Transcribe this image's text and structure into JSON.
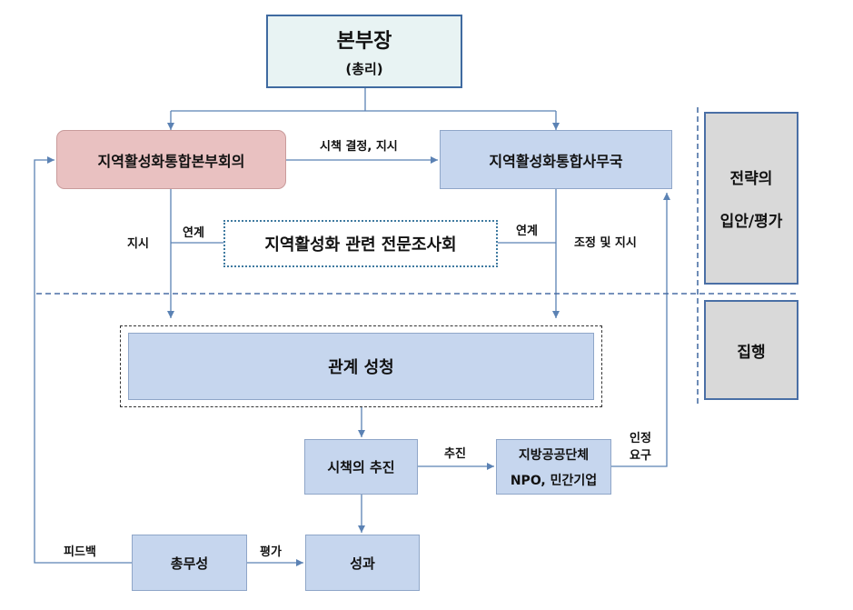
{
  "top": {
    "title": "본부장",
    "subtitle": "(총리)"
  },
  "hq_meeting": "지역활성화통합본부회의",
  "secretariat": "지역활성화통합사무국",
  "expert_panel": "지역활성화 관련 전문조사회",
  "ministries": "관계 성청",
  "policy_push": "시책의 추진",
  "local": {
    "line1": "지방공공단체",
    "line2": "NPO, 민간기업"
  },
  "mic": "총무성",
  "results": "성과",
  "side": {
    "strategy_line1": "전략의",
    "strategy_line2": "입안/평가",
    "execution": "집행"
  },
  "edge_labels": {
    "decision": "시책 결정, 지시",
    "instruct": "지시",
    "link_left": "연계",
    "link_right": "연계",
    "coord": "조정 및 지시",
    "promote": "추진",
    "cert1": "인정",
    "cert2": "요구",
    "feedback": "피드백",
    "evaluate": "평가"
  },
  "colors": {
    "box_blue": "#c6d6ee",
    "box_pink": "#e9c1c1",
    "top_box": "#e8f3f3",
    "side_box": "#d9d9d9",
    "line": "#5b82b4"
  }
}
